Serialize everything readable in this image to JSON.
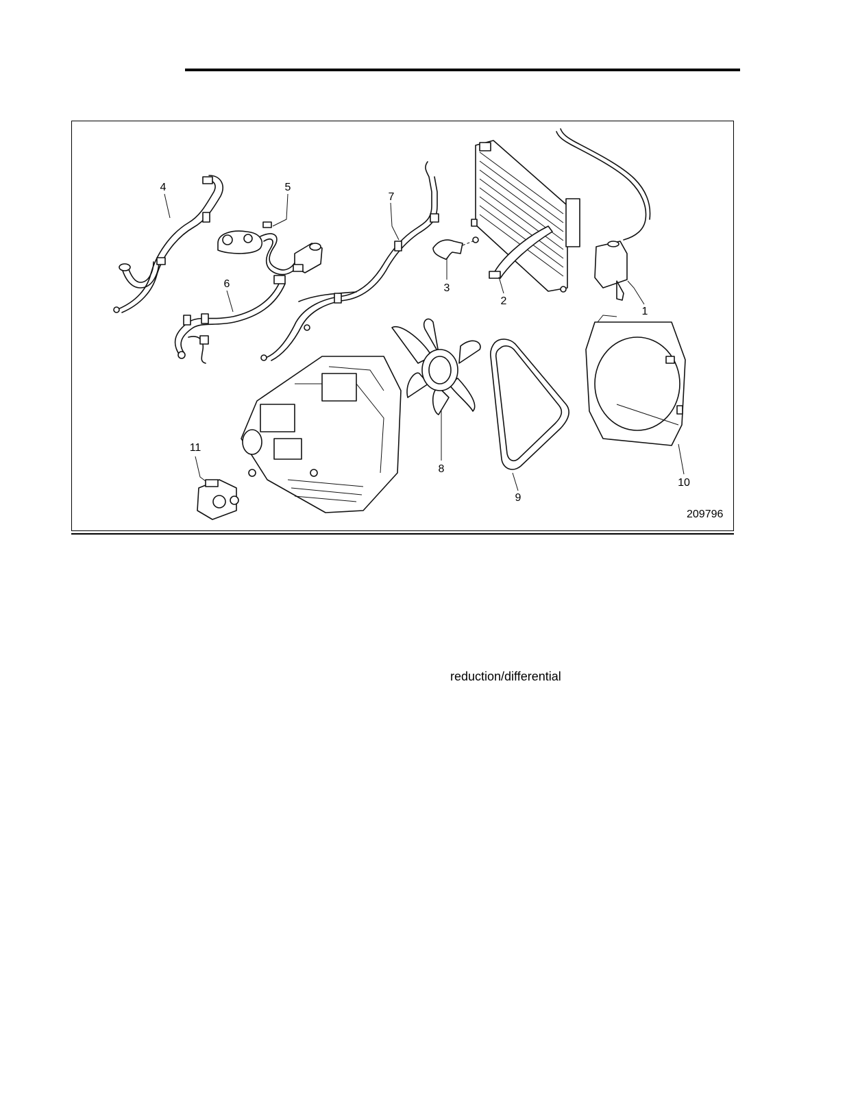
{
  "figure": {
    "number": "209796",
    "callouts": [
      "1",
      "2",
      "3",
      "4",
      "5",
      "6",
      "7",
      "8",
      "9",
      "10",
      "11"
    ]
  },
  "caption": "reduction/differential"
}
